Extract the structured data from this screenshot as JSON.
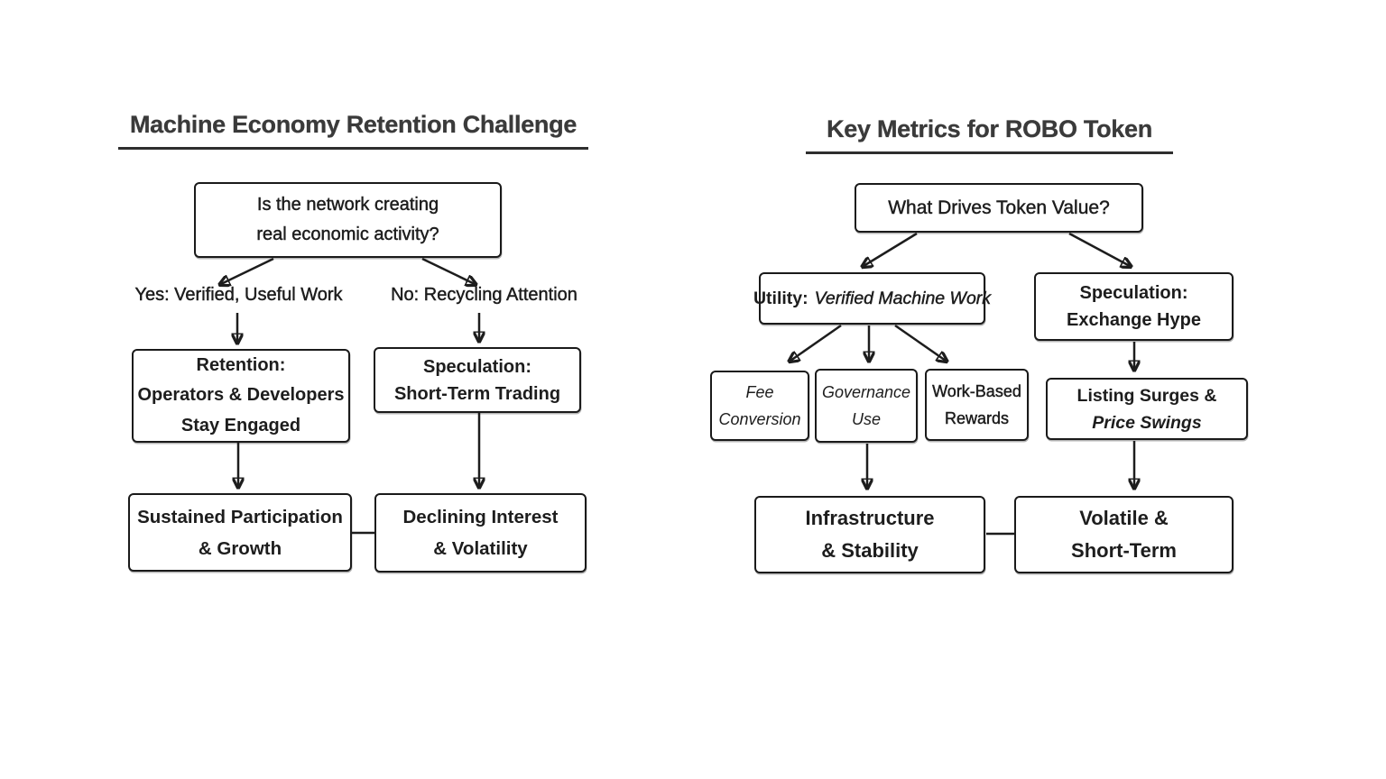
{
  "colors": {
    "background": "#ffffff",
    "ink": "#1d1d1d",
    "box_border": "#1a1a1a",
    "title_text": "#3a3a3a"
  },
  "left_diagram": {
    "title": "Machine Economy Retention Challenge",
    "question_box": {
      "line1": "Is the network creating",
      "line2": "real economic activity?"
    },
    "yes_branch_label": "Yes: Verified, Useful Work",
    "no_branch_label": "No: Recycling Attention",
    "retention_box": {
      "heading": "Retention:",
      "line2": "Operators & Developers",
      "line3": "Stay Engaged"
    },
    "speculation_box": {
      "heading": "Speculation:",
      "line2": "Short-Term Trading"
    },
    "sustained_box": {
      "line1": "Sustained Participation",
      "line2": "& Growth"
    },
    "declining_box": {
      "line1": "Declining Interest",
      "line2": "& Volatility"
    }
  },
  "right_diagram": {
    "title": "Key Metrics for ROBO Token",
    "question_box": {
      "line1": "What Drives Token Value?"
    },
    "utility_box": {
      "heading": "Utility:",
      "detail": "Verified Machine Work"
    },
    "speculation_box": {
      "heading": "Speculation:",
      "line2": "Exchange Hype"
    },
    "fee_box": {
      "line1": "Fee",
      "line2": "Conversion"
    },
    "governance_box": {
      "line1": "Governance",
      "line2": "Use"
    },
    "work_rewards_box": {
      "line1": "Work-Based",
      "line2": "Rewards"
    },
    "listing_box": {
      "line1": "Listing Surges &",
      "line2": "Price Swings"
    },
    "infrastructure_box": {
      "line1": "Infrastructure",
      "line2": "& Stability"
    },
    "volatile_box": {
      "line1": "Volatile &",
      "line2": "Short-Term"
    }
  }
}
